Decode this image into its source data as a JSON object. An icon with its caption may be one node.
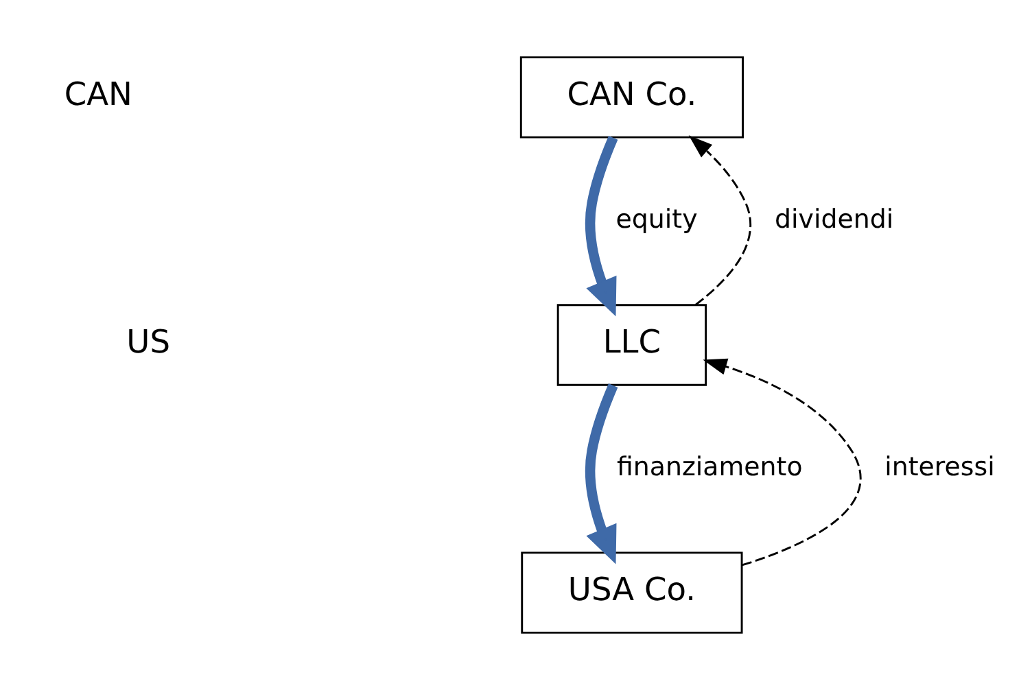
{
  "diagram": {
    "nodes": [
      {
        "text": [
          "CAN Co."
        ]
      },
      {
        "text": [
          "LLC"
        ]
      },
      {
        "text": [
          "USA Co."
        ]
      }
    ],
    "edges": [
      {
        "from": 1,
        "to": 0,
        "arrow": "to",
        "style": "dashed",
        "label": "dividendi"
      },
      {
        "from": 0,
        "to": 1,
        "arrow": "to",
        "style": "thick",
        "color": "#3f6aa8",
        "label": "equity"
      },
      {
        "from": 2,
        "to": 1,
        "arrow": "to",
        "style": "dashed",
        "label": "interessi"
      },
      {
        "from": 1,
        "to": 2,
        "arrow": "to",
        "style": "thick",
        "color": "#3f6aa8",
        "label": "finanziamento"
      }
    ],
    "labels": [
      "CAN",
      "US"
    ]
  }
}
